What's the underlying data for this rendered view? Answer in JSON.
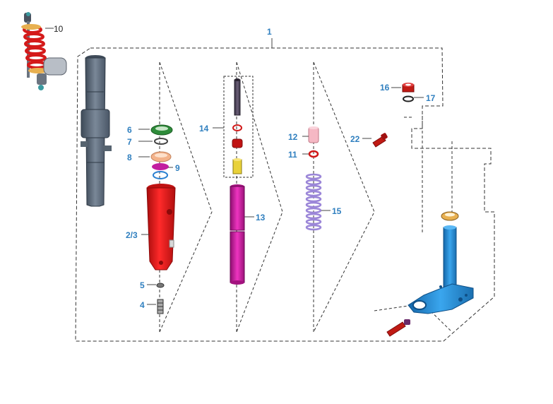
{
  "callouts": {
    "c1": "1",
    "c2_3": "2/3",
    "c4": "4",
    "c5": "5",
    "c6": "6",
    "c7": "7",
    "c8": "8",
    "c9": "9",
    "c10": "10",
    "c11": "11",
    "c12": "12",
    "c13": "13",
    "c14": "14",
    "c15": "15",
    "c16": "16",
    "c17": "17",
    "c22": "22"
  },
  "colors": {
    "label_blue": "#2f7fbf",
    "fork_leg": "#5c6b7d",
    "outer_tube": "#e01818",
    "seal": "#2e8b3a",
    "damper_rod": "#d01ea0",
    "spring": "#9b86d8",
    "triple_clamp": "#2a8fd6",
    "bolt": "#c01a14",
    "bushing": "#f3b28a",
    "cap": "#e9d23a"
  }
}
